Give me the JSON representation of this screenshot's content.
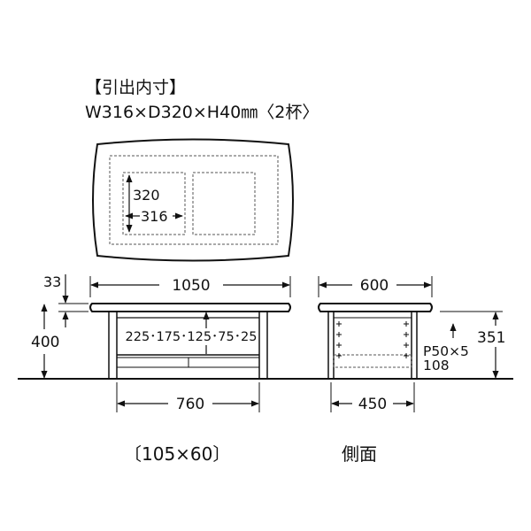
{
  "header": {
    "title": "【引出内寸】",
    "dims": "W316×D320×H40㎜〈2杯〉"
  },
  "top_view": {
    "drawer_depth": "320",
    "drawer_width": "316"
  },
  "front_view": {
    "top_thickness": "33",
    "width": "1050",
    "height": "400",
    "shelf_positions": "225･175･125･75･25",
    "inner_width": "760"
  },
  "side_view": {
    "depth": "600",
    "height": "351",
    "adjust_pitch": "P50×5",
    "adjust_min": "108",
    "inner_depth": "450"
  },
  "captions": {
    "front": "〔105×60〕",
    "side": "側面"
  },
  "colors": {
    "line": "#111111",
    "dash": "#555555",
    "background": "#ffffff"
  }
}
